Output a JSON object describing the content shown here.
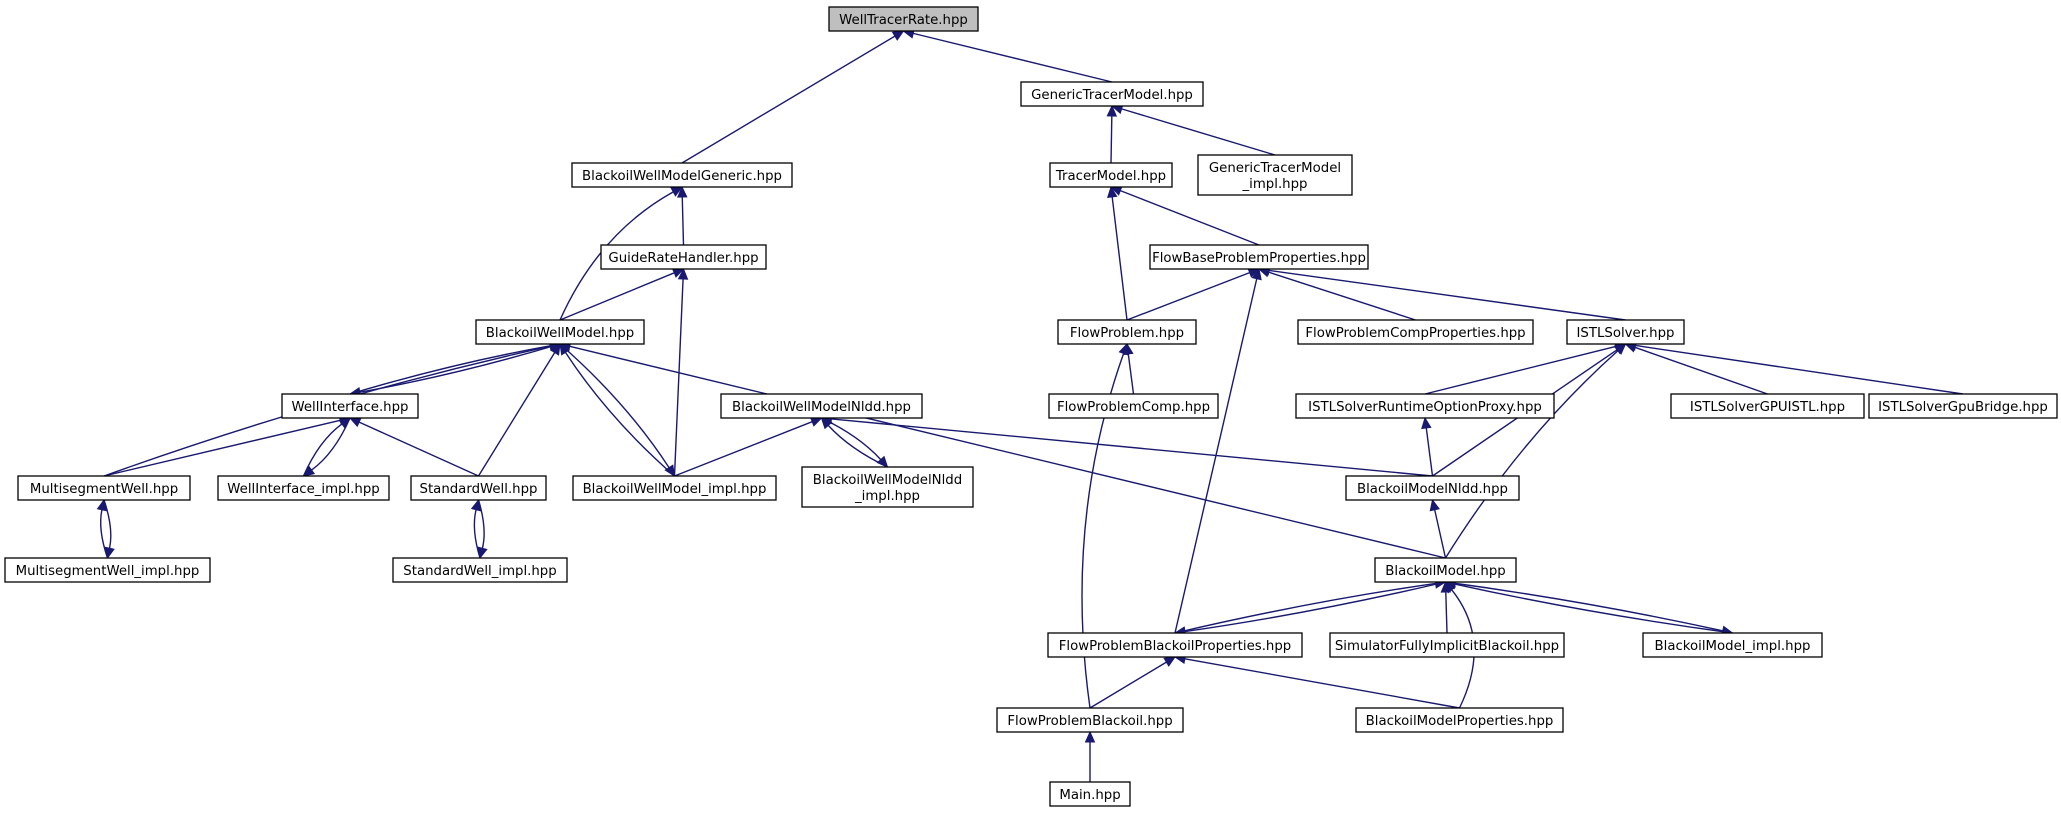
{
  "graph": {
    "root": "WellTracerRate.hpp",
    "colors": {
      "edge": "#191970",
      "root_fill": "#bfbfbf",
      "node_fill": "#ffffff",
      "border": "#000000"
    },
    "nodes": [
      {
        "id": "welltracerrate",
        "lines": [
          "WellTracerRate.hpp"
        ],
        "root": true
      },
      {
        "id": "generictracermodel",
        "lines": [
          "GenericTracerModel.hpp"
        ]
      },
      {
        "id": "blackoilwellmodelgeneric",
        "lines": [
          "BlackoilWellModelGeneric.hpp"
        ]
      },
      {
        "id": "tracermodel",
        "lines": [
          "TracerModel.hpp"
        ]
      },
      {
        "id": "generictracermodel-impl",
        "lines": [
          "GenericTracerModel",
          "_impl.hpp"
        ]
      },
      {
        "id": "guideratehandler",
        "lines": [
          "GuideRateHandler.hpp"
        ]
      },
      {
        "id": "flowbaseproblemproperties",
        "lines": [
          "FlowBaseProblemProperties.hpp"
        ]
      },
      {
        "id": "blackoilwellmodel",
        "lines": [
          "BlackoilWellModel.hpp"
        ]
      },
      {
        "id": "flowproblem",
        "lines": [
          "FlowProblem.hpp"
        ]
      },
      {
        "id": "flowproblemcompproperties",
        "lines": [
          "FlowProblemCompProperties.hpp"
        ]
      },
      {
        "id": "istlsolver",
        "lines": [
          "ISTLSolver.hpp"
        ]
      },
      {
        "id": "wellinterface",
        "lines": [
          "WellInterface.hpp"
        ]
      },
      {
        "id": "blackoilwellmodelnldd",
        "lines": [
          "BlackoilWellModelNldd.hpp"
        ]
      },
      {
        "id": "flowproblemcomp",
        "lines": [
          "FlowProblemComp.hpp"
        ]
      },
      {
        "id": "istlsolverruntimeoptionproxy",
        "lines": [
          "ISTLSolverRuntimeOptionProxy.hpp"
        ]
      },
      {
        "id": "istlsolvergpuistl",
        "lines": [
          "ISTLSolverGPUISTL.hpp"
        ]
      },
      {
        "id": "istlsolvergpubridge",
        "lines": [
          "ISTLSolverGpuBridge.hpp"
        ]
      },
      {
        "id": "multisegmentwell",
        "lines": [
          "MultisegmentWell.hpp"
        ]
      },
      {
        "id": "wellinterface-impl",
        "lines": [
          "WellInterface_impl.hpp"
        ]
      },
      {
        "id": "standardwell",
        "lines": [
          "StandardWell.hpp"
        ]
      },
      {
        "id": "blackoilwellmodel-impl",
        "lines": [
          "BlackoilWellModel_impl.hpp"
        ]
      },
      {
        "id": "blackoilwellmodelnldd-impl",
        "lines": [
          "BlackoilWellModelNldd",
          "_impl.hpp"
        ]
      },
      {
        "id": "blackoilmodelnldd",
        "lines": [
          "BlackoilModelNldd.hpp"
        ]
      },
      {
        "id": "multisegmentwell-impl",
        "lines": [
          "MultisegmentWell_impl.hpp"
        ]
      },
      {
        "id": "standardwell-impl",
        "lines": [
          "StandardWell_impl.hpp"
        ]
      },
      {
        "id": "blackoilmodel",
        "lines": [
          "BlackoilModel.hpp"
        ]
      },
      {
        "id": "flowproblemblackoilproperties",
        "lines": [
          "FlowProblemBlackoilProperties.hpp"
        ]
      },
      {
        "id": "simulatorfullyimplicitblackoil",
        "lines": [
          "SimulatorFullyImplicitBlackoil.hpp"
        ]
      },
      {
        "id": "blackoilmodel-impl",
        "lines": [
          "BlackoilModel_impl.hpp"
        ]
      },
      {
        "id": "flowproblemblackoil",
        "lines": [
          "FlowProblemBlackoil.hpp"
        ]
      },
      {
        "id": "blackoilmodelproperties",
        "lines": [
          "BlackoilModelProperties.hpp"
        ]
      },
      {
        "id": "main",
        "lines": [
          "Main.hpp"
        ]
      }
    ]
  }
}
